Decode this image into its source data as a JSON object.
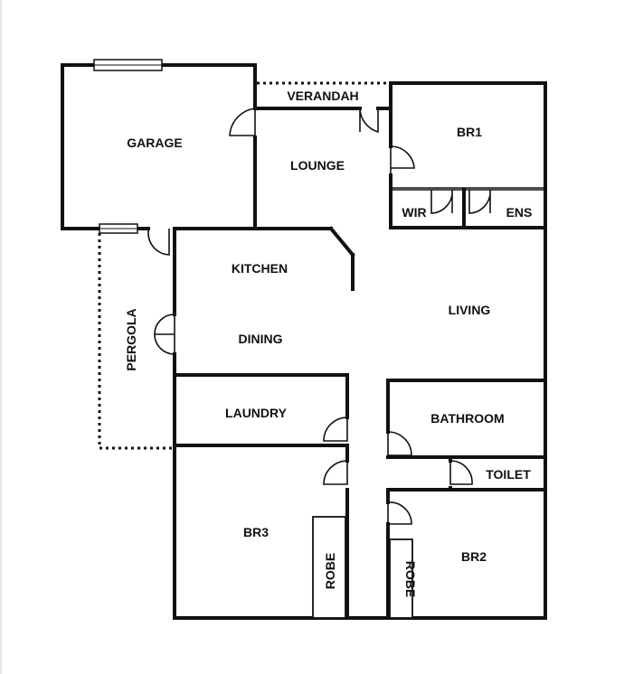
{
  "rooms": {
    "garage": "GARAGE",
    "verandah": "VERANDAH",
    "lounge": "LOUNGE",
    "br1": "BR1",
    "wir": "WIR",
    "ens": "ENS",
    "kitchen": "KITCHEN",
    "dining": "DINING",
    "living": "LIVING",
    "pergola": "PERGOLA",
    "laundry": "LAUNDRY",
    "bathroom": "BATHROOM",
    "toilet": "TOILET",
    "br3": "BR3",
    "br2": "BR2",
    "robe_br3": "ROBE",
    "robe_br2": "ROBE"
  }
}
